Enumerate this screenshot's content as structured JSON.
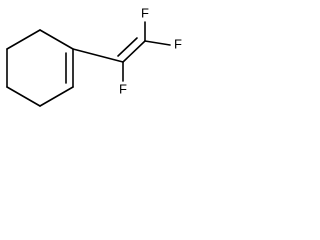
{
  "molecule": {
    "atoms": {
      "f_top": "F",
      "f_right": "F",
      "f_bottom": "F"
    },
    "colors": {
      "bond": "#000000",
      "text": "#000000",
      "background": "#ffffff"
    }
  }
}
